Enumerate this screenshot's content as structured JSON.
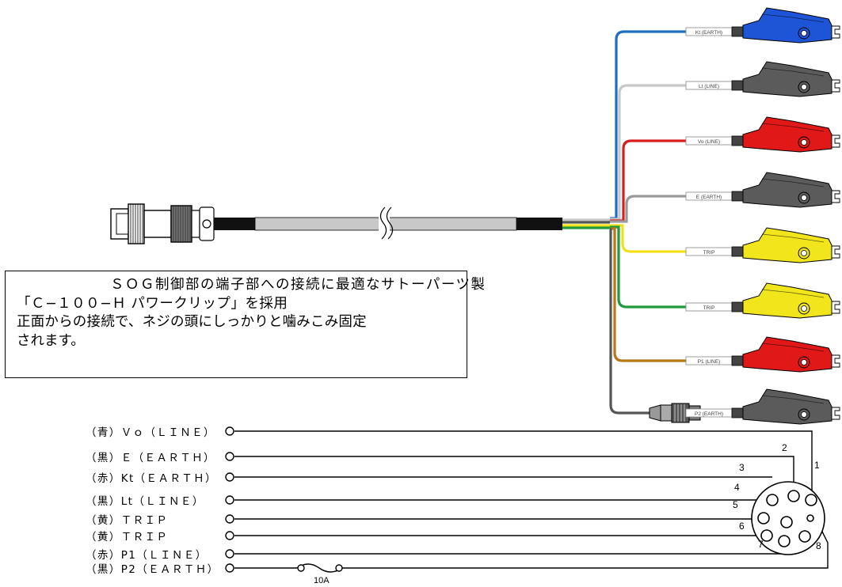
{
  "note": {
    "lines": [
      "ＳＯＧ制御部の端子部への接続に最適なサトーパーツ製",
      "「Ｃ−１００−Ｈ パワークリップ」を採用",
      "正面からの接続で、ネジの頭にしっかりと噛みこみ固定",
      "されます。"
    ]
  },
  "leads": [
    {
      "label": "Kt (EARTH)",
      "wire": "#1e6fc0",
      "clip": "#1d55d6"
    },
    {
      "label": "Lt (LINE)",
      "wire": "#c8c8c8",
      "clip": "#5b5b5b"
    },
    {
      "label": "Vo (LINE)",
      "wire": "#d81e1e",
      "clip": "#e01818"
    },
    {
      "label": "E (EARTH)",
      "wire": "#9a9a9a",
      "clip": "#5b5b5b"
    },
    {
      "label": "TRIP",
      "wire": "#f2df1b",
      "clip": "#f1e61c"
    },
    {
      "label": "TRIP",
      "wire": "#1f9a3a",
      "clip": "#f1e61c"
    },
    {
      "label": "P1 (LINE)",
      "wire": "#b87614",
      "clip": "#e01818"
    },
    {
      "label": "P2 (EARTH)",
      "wire": "#555555",
      "clip": "#5b5b5b"
    }
  ],
  "wiring": [
    {
      "label": "（青）Ｖｏ（ＬＩＮＥ）",
      "pin": "1"
    },
    {
      "label": "（黒）Ｅ（ＥＡＲＴＨ）",
      "pin": "2"
    },
    {
      "label": "（赤）Kt（ＥＡＲＴＨ）",
      "pin": "3"
    },
    {
      "label": "（黒）Lt（ＬＩＮＥ）",
      "pin": "4"
    },
    {
      "label": "（黄）ＴＲＩＰ",
      "pin": "5"
    },
    {
      "label": "（黄）ＴＲＩＰ",
      "pin": "6"
    },
    {
      "label": "（赤）P1（ＬＩＮＥ）",
      "pin": "7"
    },
    {
      "label": "（黒）P2（ＥＡＲＴＨ）",
      "pin": "8"
    }
  ],
  "fuse_label": "10A"
}
